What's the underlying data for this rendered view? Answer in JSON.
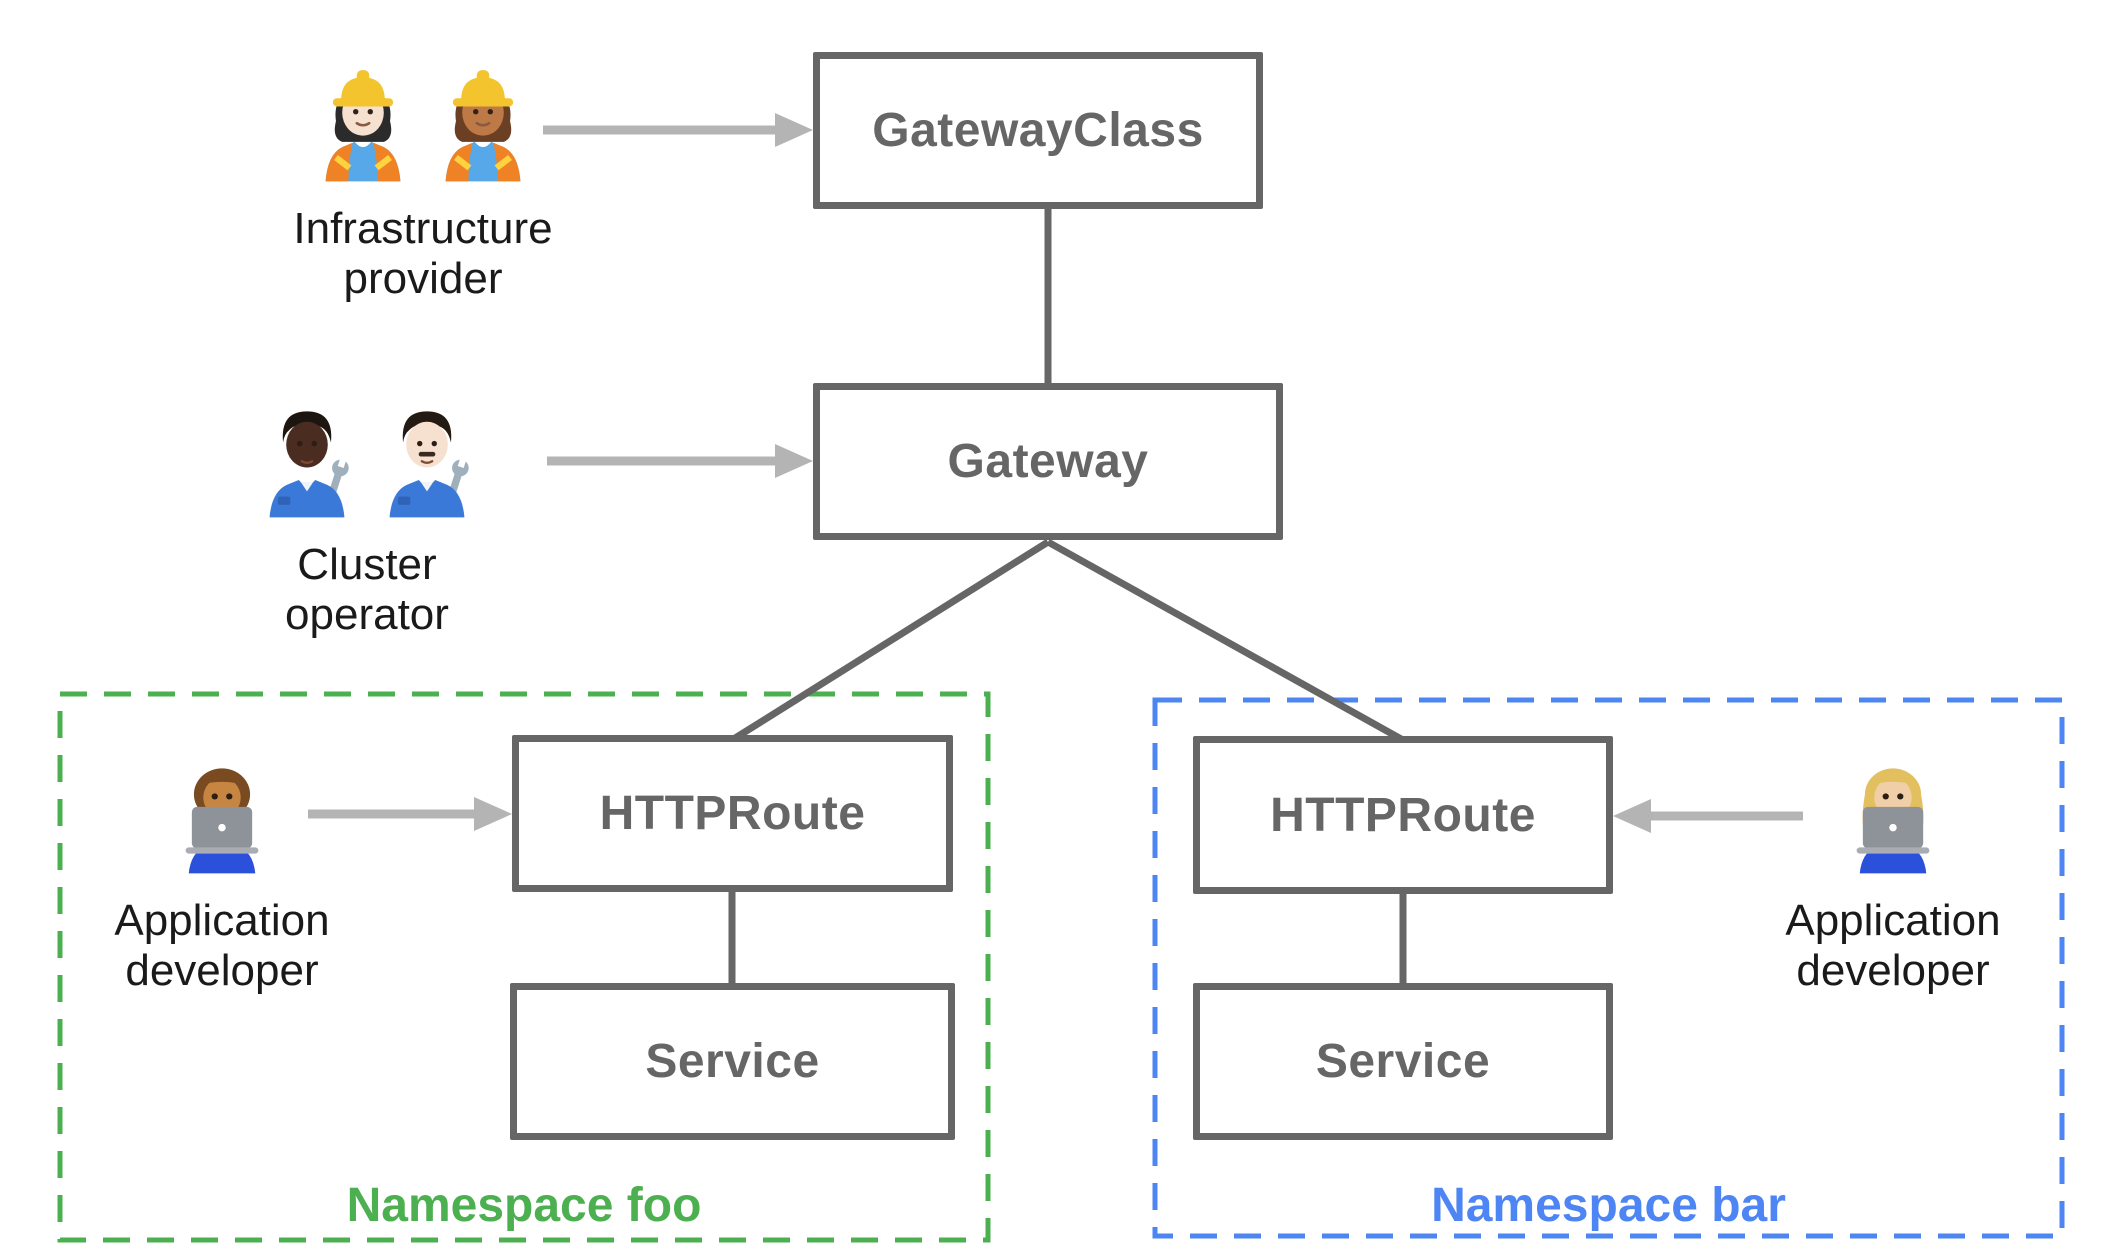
{
  "colors": {
    "bg": "#ffffff",
    "line": "#666666",
    "box-text": "#666666",
    "arrow": "#b4b4b4",
    "actor-text": "#1a1a1a",
    "ns-foo": "#4caf50",
    "ns-bar": "#4d85f4"
  },
  "nodes": {
    "gateway_class": {
      "label": "GatewayClass"
    },
    "gateway": {
      "label": "Gateway"
    },
    "httproute_foo": {
      "label": "HTTPRoute"
    },
    "service_foo": {
      "label": "Service"
    },
    "httproute_bar": {
      "label": "HTTPRoute"
    },
    "service_bar": {
      "label": "Service"
    }
  },
  "actors": {
    "infrastructure_provider": {
      "lines": [
        "Infrastructure",
        "provider"
      ]
    },
    "cluster_operator": {
      "lines": [
        "Cluster",
        "operator"
      ]
    },
    "app_developer_foo": {
      "lines": [
        "Application",
        "developer"
      ]
    },
    "app_developer_bar": {
      "lines": [
        "Application",
        "developer"
      ]
    }
  },
  "namespaces": {
    "foo": {
      "label": "Namespace foo"
    },
    "bar": {
      "label": "Namespace bar"
    }
  },
  "icons": {
    "infrastructure_provider": [
      "👷🏻‍♀️",
      "👷🏽‍♀️"
    ],
    "cluster_operator": [
      "🧑🏿‍🔧",
      "👨🏻‍🔧"
    ],
    "app_developer_foo": [
      "👨🏽‍💻"
    ],
    "app_developer_bar": [
      "👩🏼‍💻"
    ]
  }
}
